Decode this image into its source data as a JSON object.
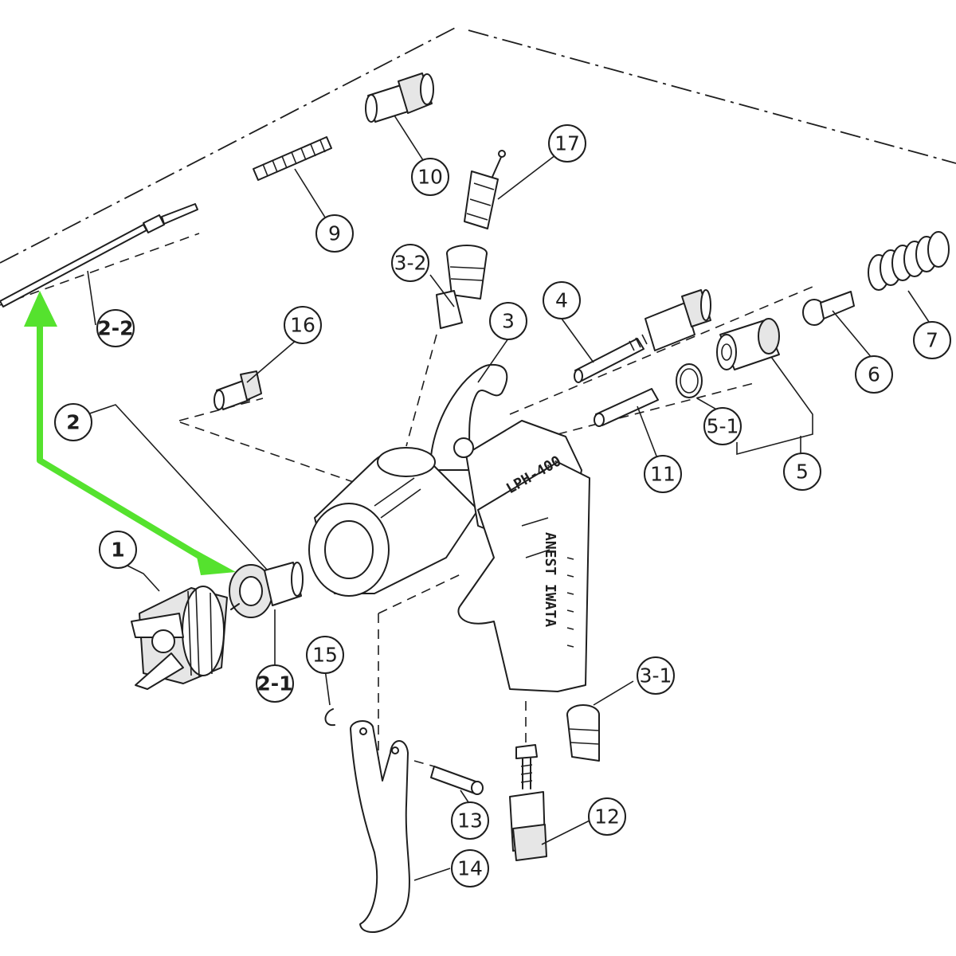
{
  "callouts": [
    {
      "id": "1",
      "label": "1",
      "bold": true
    },
    {
      "id": "2",
      "label": "2",
      "bold": true
    },
    {
      "id": "2-1",
      "label": "2-1",
      "bold": true
    },
    {
      "id": "2-2",
      "label": "2-2",
      "bold": true
    },
    {
      "id": "3",
      "label": "3",
      "bold": false
    },
    {
      "id": "3-1",
      "label": "3-1",
      "bold": false
    },
    {
      "id": "3-2",
      "label": "3-2",
      "bold": false
    },
    {
      "id": "4",
      "label": "4",
      "bold": false
    },
    {
      "id": "5",
      "label": "5",
      "bold": false
    },
    {
      "id": "5-1",
      "label": "5-1",
      "bold": false
    },
    {
      "id": "6",
      "label": "6",
      "bold": false
    },
    {
      "id": "7",
      "label": "7",
      "bold": false
    },
    {
      "id": "9",
      "label": "9",
      "bold": false
    },
    {
      "id": "10",
      "label": "10",
      "bold": false
    },
    {
      "id": "11",
      "label": "11",
      "bold": false
    },
    {
      "id": "12",
      "label": "12",
      "bold": false
    },
    {
      "id": "13",
      "label": "13",
      "bold": false
    },
    {
      "id": "14",
      "label": "14",
      "bold": false
    },
    {
      "id": "15",
      "label": "15",
      "bold": false
    },
    {
      "id": "16",
      "label": "16",
      "bold": false
    },
    {
      "id": "17",
      "label": "17",
      "bold": false
    }
  ],
  "gun_body": {
    "model_text": "LPH-400",
    "brand_text": "ANEST IWATA"
  },
  "highlight": {
    "color": "#55e22e",
    "from": "2-2",
    "to": "2-1"
  }
}
